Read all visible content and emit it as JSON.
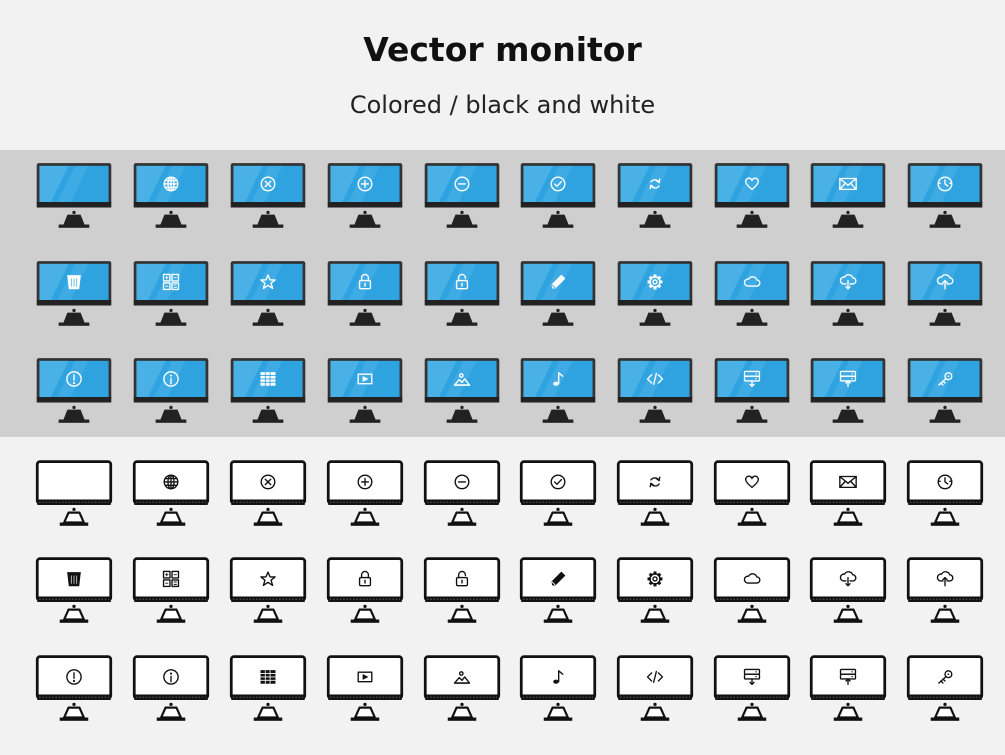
{
  "header": {
    "title": "Vector monitor",
    "subtitle": "Colored / black and white"
  },
  "colors": {
    "screen": "#2fa3e0",
    "screen_shine": "#6cc4f0",
    "bezel": "#333333",
    "band": "#cfcfcf",
    "background": "#f2f2f2"
  },
  "rows": [
    [
      "globe-icon-none",
      "globe-icon",
      "close-circle-icon",
      "plus-circle-icon",
      "minus-circle-icon",
      "check-circle-icon",
      "refresh-icon",
      "heart-icon",
      "mail-icon",
      "clock-icon"
    ],
    [
      "trash-icon",
      "calculator-icon",
      "star-icon",
      "lock-icon",
      "unlock-icon",
      "pencil-icon",
      "gear-icon",
      "cloud-icon",
      "cloud-download-icon",
      "cloud-upload-icon"
    ],
    [
      "exclamation-icon",
      "info-icon",
      "database-table-icon",
      "video-play-icon",
      "image-icon",
      "music-note-icon",
      "code-icon",
      "server-download-icon",
      "server-upload-icon",
      "key-icon"
    ]
  ]
}
